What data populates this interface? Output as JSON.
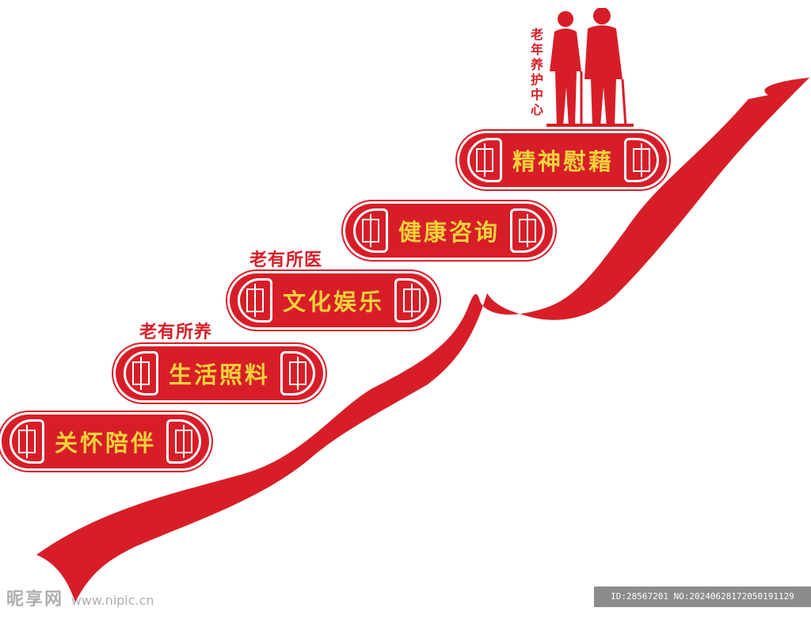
{
  "colors": {
    "primary": "#d71e28",
    "label": "#f4d13a"
  },
  "steps": [
    {
      "label": "关怀陪伴"
    },
    {
      "label": "生活照料"
    },
    {
      "label": "文化娱乐"
    },
    {
      "label": "健康咨询"
    },
    {
      "label": "精神慰藉"
    }
  ],
  "captions": {
    "elderly_care": "老有所养",
    "elderly_medical": "老有所医"
  },
  "vertical_title": "老年养护中心",
  "watermark": {
    "brand": "昵享网",
    "site": "www.nipic.cn",
    "id_text": "ID:28567201 NO:20240628172050191129"
  },
  "icons": [
    "ribbon-graphic",
    "elderly-couple-icon",
    "lattice-ornament-icon"
  ]
}
